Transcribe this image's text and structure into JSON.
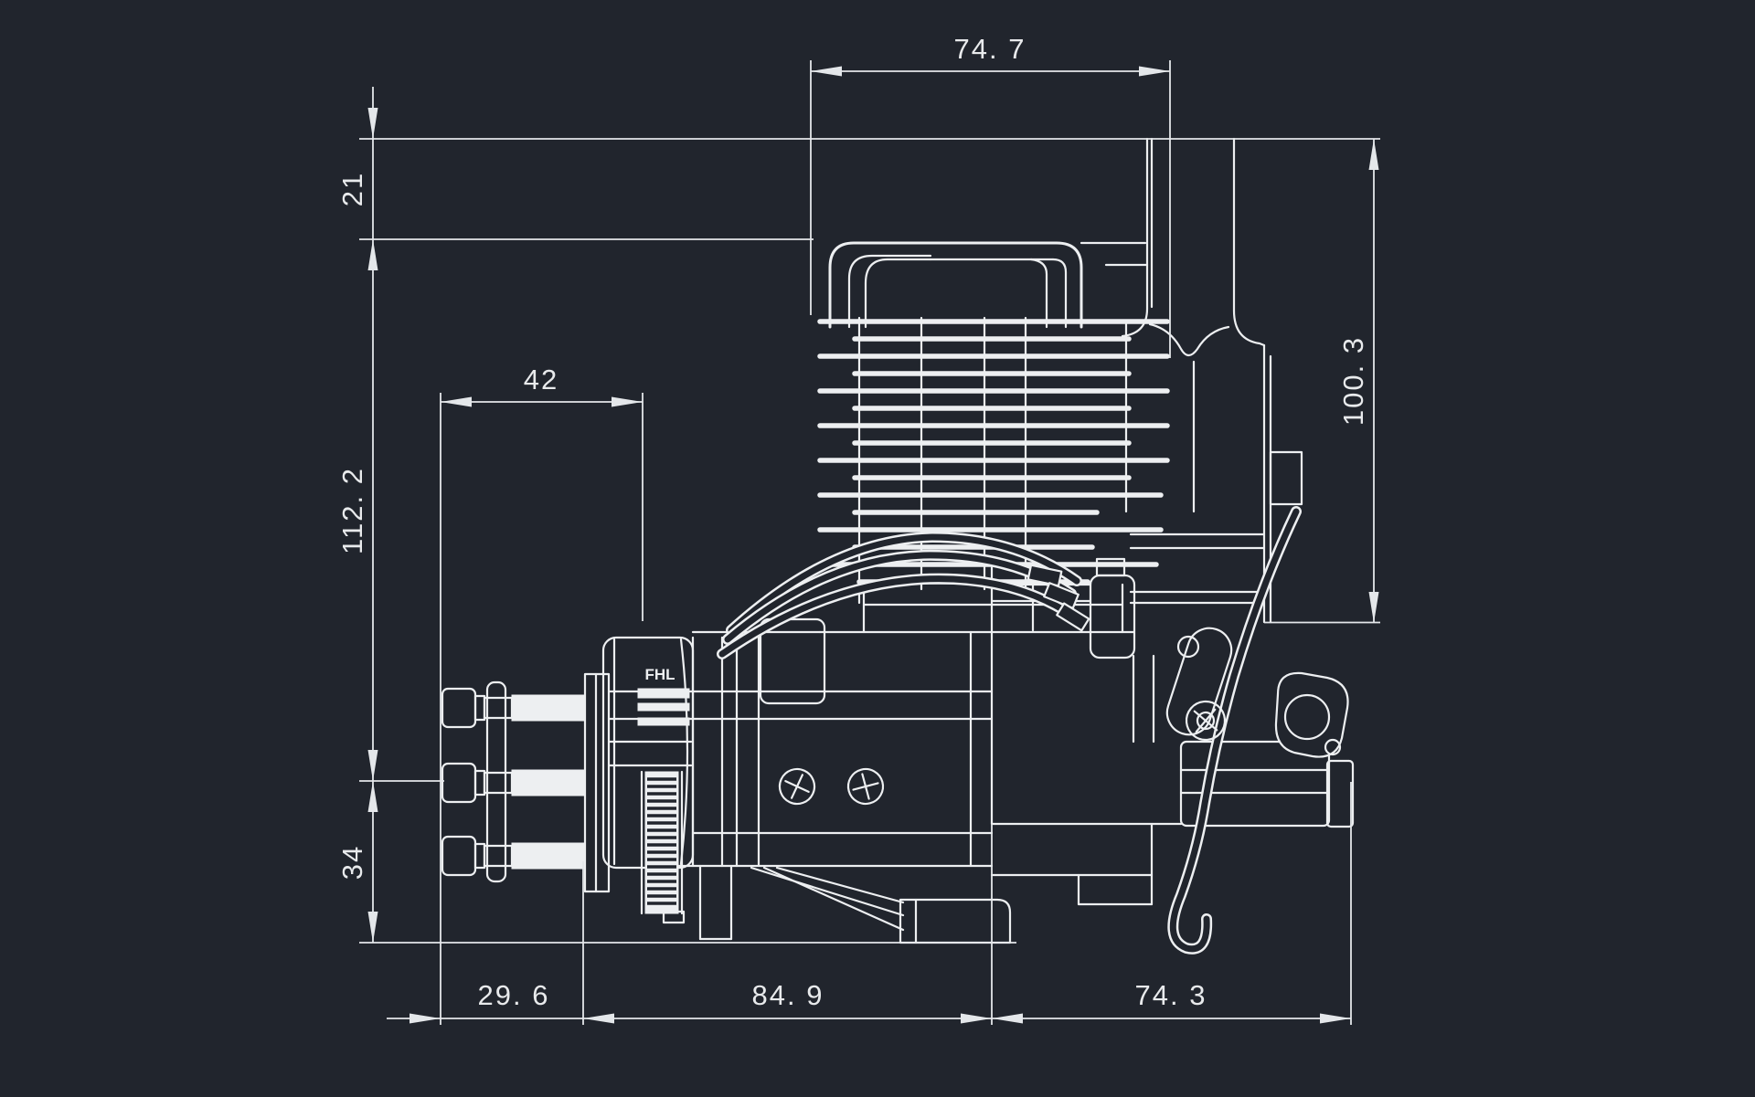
{
  "drawing": {
    "type": "cad-engine-side-view",
    "background_color": "#21252d",
    "line_color": "#edeff1",
    "dimension_color": "#e4e7ea",
    "hub_label": "FHL",
    "dimensions": {
      "top_width": "74. 7",
      "head_to_muffler_top": "21",
      "muffler_height": "100. 3",
      "hub_length": "42",
      "cylinder_height": "112. 2",
      "center_to_base": "34",
      "front_length": "29. 6",
      "case_length": "84. 9",
      "rear_length": "74. 3"
    }
  }
}
